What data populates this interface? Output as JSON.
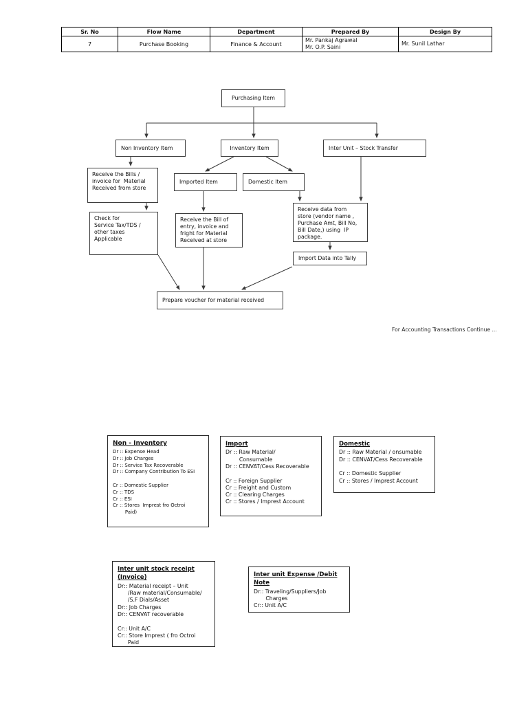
{
  "table": {
    "headers": [
      "Sr. No",
      "Flow Name",
      "Department",
      "Prepared By",
      "Design By"
    ],
    "row": {
      "sr_no": "7",
      "flow_name": "Purchase Booking",
      "department": "Finance & Account",
      "prepared_by": "Mr. Pankaj Agrawal\nMr. O.P. Saini",
      "design_by": "Mr. Sunil Lathar"
    }
  },
  "flowchart": {
    "nodes": {
      "purchasing_item": "Purchasing Item",
      "non_inventory_item": "Non Inventory Item",
      "inventory_item": "Inventory Item",
      "inter_unit_stock_transfer": "Inter Unit – Stock Transfer",
      "receive_bills": "Receive the Bills /\ninvoice for  Material\nReceived from store",
      "imported_item": "Imported Item",
      "domestic_item": "Domestic Item",
      "check_tax": "Check for\nService Tax/TDS /\nother taxes\nApplicable",
      "receive_bill_entry": "Receive the Bill of\nentry, invoice and\nfright for Material\nReceived at store",
      "receive_data": "Receive data from\nstore (vendor name ,\nPurchase Amt, Bill No,\nBill Date,) using  IP\npackage.",
      "import_tally": "Import Data into Tally",
      "prepare_voucher": "Prepare voucher for material received"
    },
    "note": "For Accounting Transactions Continue ...",
    "line_color": "#3a3a3a"
  },
  "accounts": {
    "non_inventory": {
      "title": "Non - Inventory",
      "body": "Dr :: Expense Head\nDr :: Job Charges\nDr :: Service Tax Recoverable\nDr :: Company Contribution To ESI\n\nCr :: Domestic Supplier\nCr :: TDS\nCr :: ESI\nCr :: Stores  Imprest fro Octroi\n        Paid)"
    },
    "import": {
      "title": "Import",
      "body": "Dr :: Raw Material/\n        Consumable\nDr :: CENVAT/Cess Recoverable\n\nCr :: Foreign Supplier\nCr :: Freight and Custom\nCr :: Clearing Charges\nCr :: Stores / Imprest Account"
    },
    "domestic": {
      "title": "Domestic",
      "body": "Dr :: Raw Material / onsumable\nDr :: CENVAT/Cess Recoverable\n\nCr :: Domestic Supplier\nCr :: Stores / Imprest Account"
    },
    "inter_unit_stock_receipt": {
      "title": "Inter unit stock receipt\n(Invoice)",
      "body": "Dr:: Material receipt – Unit\n      /Raw material/Consumable/\n      /S.F Dials/Asset\nDr:: Job Charges\nDr:: CENVAT recoverable\n\nCr:: Unit A/C\nCr:: Store Imprest ( fro Octroi\n      Paid"
    },
    "inter_unit_expense": {
      "title": "Inter unit Expense /Debit\nNote",
      "body": "Dr:: Traveling/Suppliers/Job\n       Charges\nCr:: Unit A/C"
    }
  }
}
